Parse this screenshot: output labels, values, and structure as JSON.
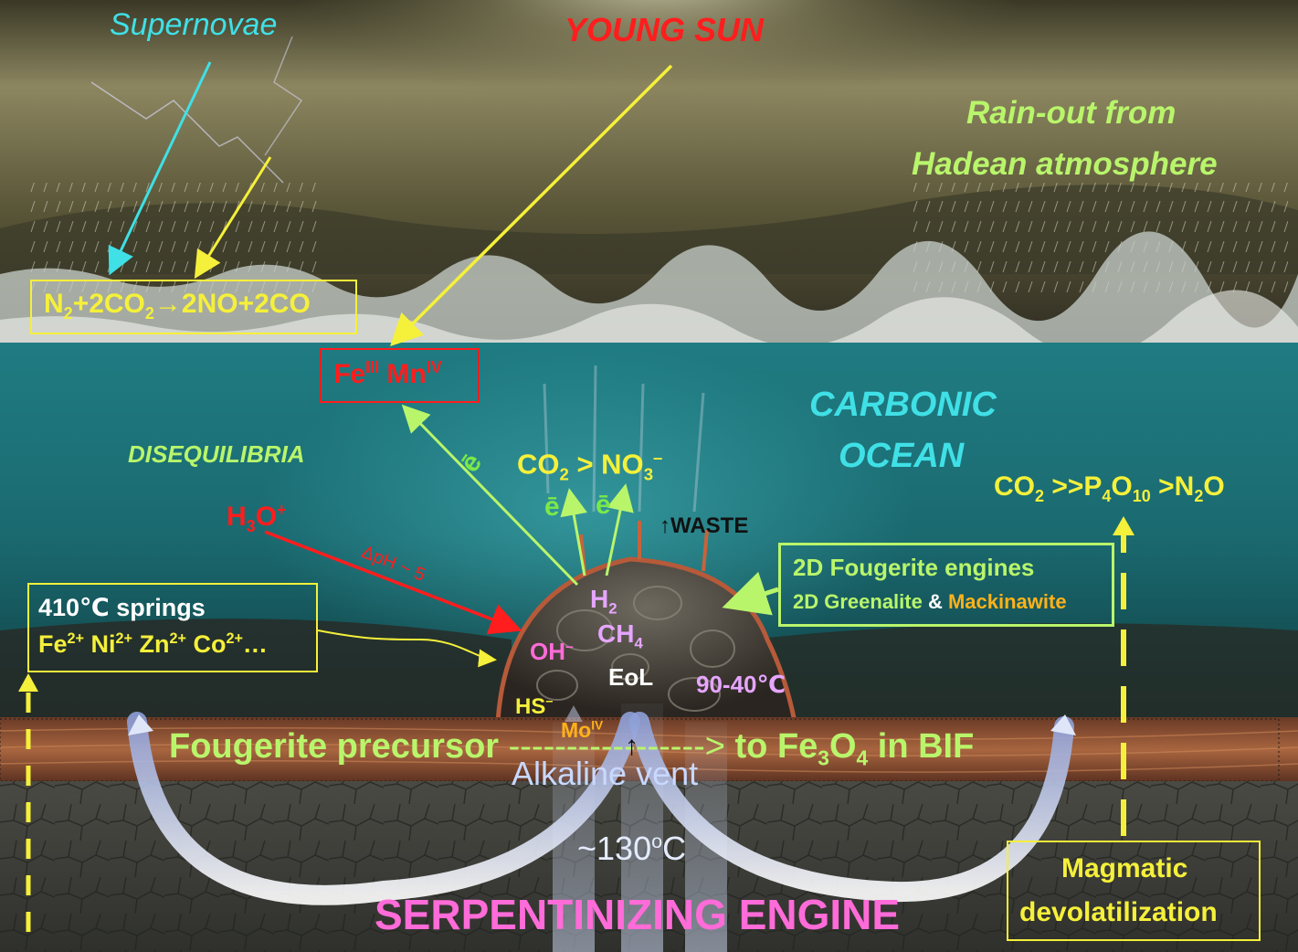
{
  "colors": {
    "sky_top": "#4a4630",
    "sky_mid": "#7a7550",
    "ocean": "#1f7f85",
    "ocean_deep": "#134f52",
    "crust_band": "#9a5a3a",
    "bedrock": "#3f3f3a",
    "yellow": "#f5f03a",
    "green": "#b9f56b",
    "cyan": "#3fe0e6",
    "red": "#ff1d1d",
    "magenta": "#ff6bd8",
    "lilac": "#e6a6ff",
    "orange": "#ffb21a"
  },
  "atmosphere": {
    "supernovae": "Supernovae",
    "young_sun": "YOUNG SUN",
    "rainout_line1": "Rain-out from",
    "rainout_line2": "Hadean atmosphere"
  },
  "reaction_box": {
    "n2": "N",
    "n2_sub": "2",
    "plus_2co": "+2CO",
    "co2_sub": "2",
    "arrow": "→",
    "products": "2NO+2CO"
  },
  "oxidants_box": {
    "fe": "Fe",
    "fe_sup": "III",
    "mn": "Mn",
    "mn_sup": "IV"
  },
  "ocean": {
    "disequilibria": "DISEQUILIBRIA",
    "carbonic_line1": "CARBONIC",
    "carbonic_line2": "OCEAN"
  },
  "vent": {
    "co2_no3_co": "CO",
    "co2_no3_sub2": "2",
    "co2_no3_gt": " > NO",
    "co2_no3_sub3": "3",
    "co2_no3_sup": "–",
    "electron": "ē",
    "electron_tilted": "ē",
    "waste": "↑WASTE",
    "h2": "H",
    "h2_sub": "2",
    "ch4": "CH",
    "ch4_sub": "4",
    "oh": "OH",
    "oh_sup": "–",
    "eol": "EoL",
    "temp_vent": "90-40℃",
    "hs": "HS",
    "hs_sup": "–",
    "mo": "Mo",
    "mo_sup": "IV",
    "alkaline_vent": "Alkaline vent",
    "temp_deep": "~130",
    "temp_deep_sup": "o",
    "temp_deep_unit": "C",
    "up_arrow": "↑"
  },
  "hydronium": {
    "h3o": "H",
    "h3o_sub": "3",
    "h3o_o": "O",
    "h3o_sup": "+",
    "delta_ph": "ΔpH ~ 5"
  },
  "springs_box": {
    "line1": "410℃ springs",
    "fe": "Fe",
    "ni": " Ni",
    "zn": " Zn",
    "co": " Co",
    "charge": "2+",
    "ellipsis": "…"
  },
  "fougerite_box": {
    "line1": "2D Fougerite engines",
    "greenalite": "2D Greenalite",
    "amp": " & ",
    "mackinawite": "Mackinawite"
  },
  "outgassing": {
    "co2": "CO",
    "co2_sub": "2",
    "gt1": " >>P",
    "p_sub4": "4",
    "o": "O",
    "o_sub10": "10",
    "gt2": " >N",
    "n_sub2": "2",
    "o_end": "O"
  },
  "band": {
    "precursor": "Fougerite precursor ",
    "dashes": "----------------->",
    "to_fe": " to Fe",
    "fe_sub3": "3",
    "o": "O",
    "o_sub4": "4",
    "in_bif": " in BIF"
  },
  "magmatic_box": {
    "line1": "Magmatic",
    "line2": "devolatilization"
  },
  "serpentinizing": "SERPENTINIZING ENGINE"
}
